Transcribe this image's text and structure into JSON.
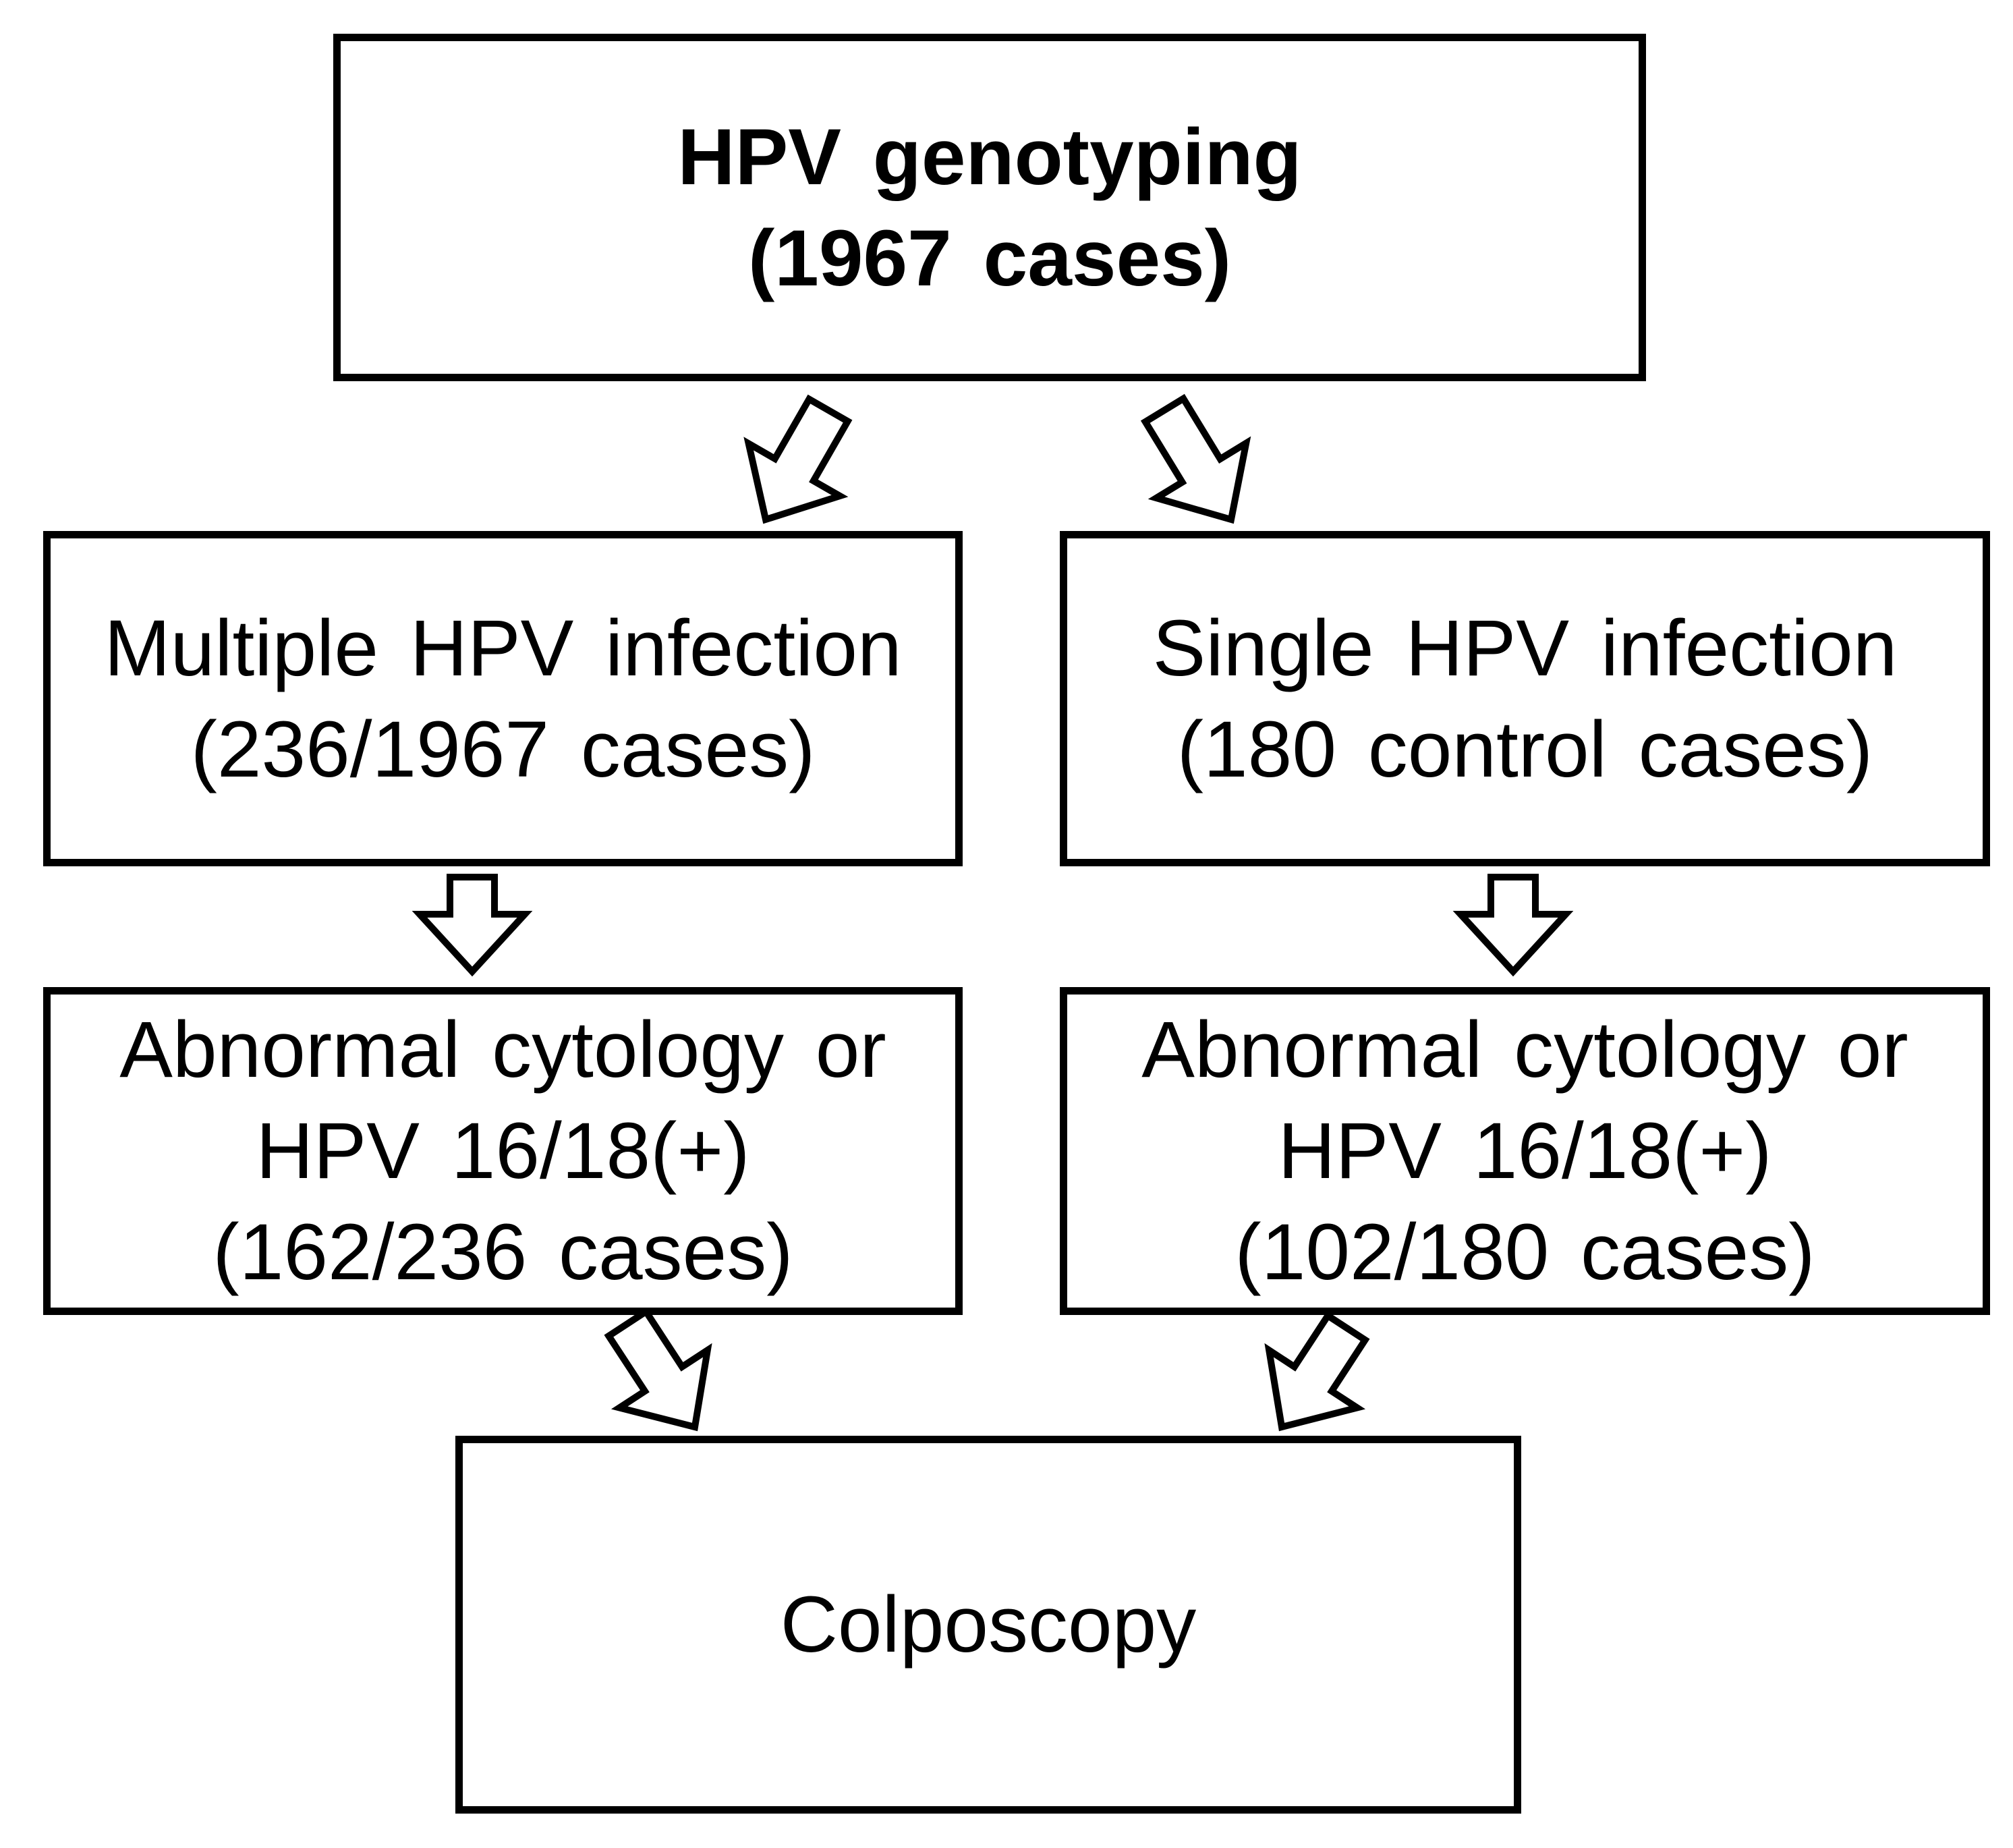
{
  "diagram": {
    "type": "flowchart",
    "nodes": [
      {
        "id": "genotyping",
        "lines": [
          "HPV genotyping",
          "(1967 cases)"
        ],
        "bold": true
      },
      {
        "id": "multiple",
        "lines": [
          "Multiple HPV infection",
          "(236/1967 cases)"
        ],
        "bold": false
      },
      {
        "id": "single",
        "lines": [
          "Single HPV infection",
          "(180 control cases)"
        ],
        "bold": false
      },
      {
        "id": "abnormal_left",
        "lines": [
          "Abnormal cytology or",
          "HPV 16/18(+)",
          "(162/236 cases)"
        ],
        "bold": false
      },
      {
        "id": "abnormal_right",
        "lines": [
          "Abnormal cytology or",
          "HPV 16/18(+)",
          "(102/180 cases)"
        ],
        "bold": false
      },
      {
        "id": "colposcopy",
        "lines": [
          "Colposcopy"
        ],
        "bold": false
      }
    ],
    "edges": [
      {
        "from": "genotyping",
        "to": "multiple"
      },
      {
        "from": "genotyping",
        "to": "single"
      },
      {
        "from": "multiple",
        "to": "abnormal_left"
      },
      {
        "from": "single",
        "to": "abnormal_right"
      },
      {
        "from": "abnormal_left",
        "to": "colposcopy"
      },
      {
        "from": "abnormal_right",
        "to": "colposcopy"
      }
    ],
    "style": {
      "stroke_color": "#000000",
      "fill_color": "#ffffff",
      "arrow_style": "hollow-block-arrow"
    }
  }
}
